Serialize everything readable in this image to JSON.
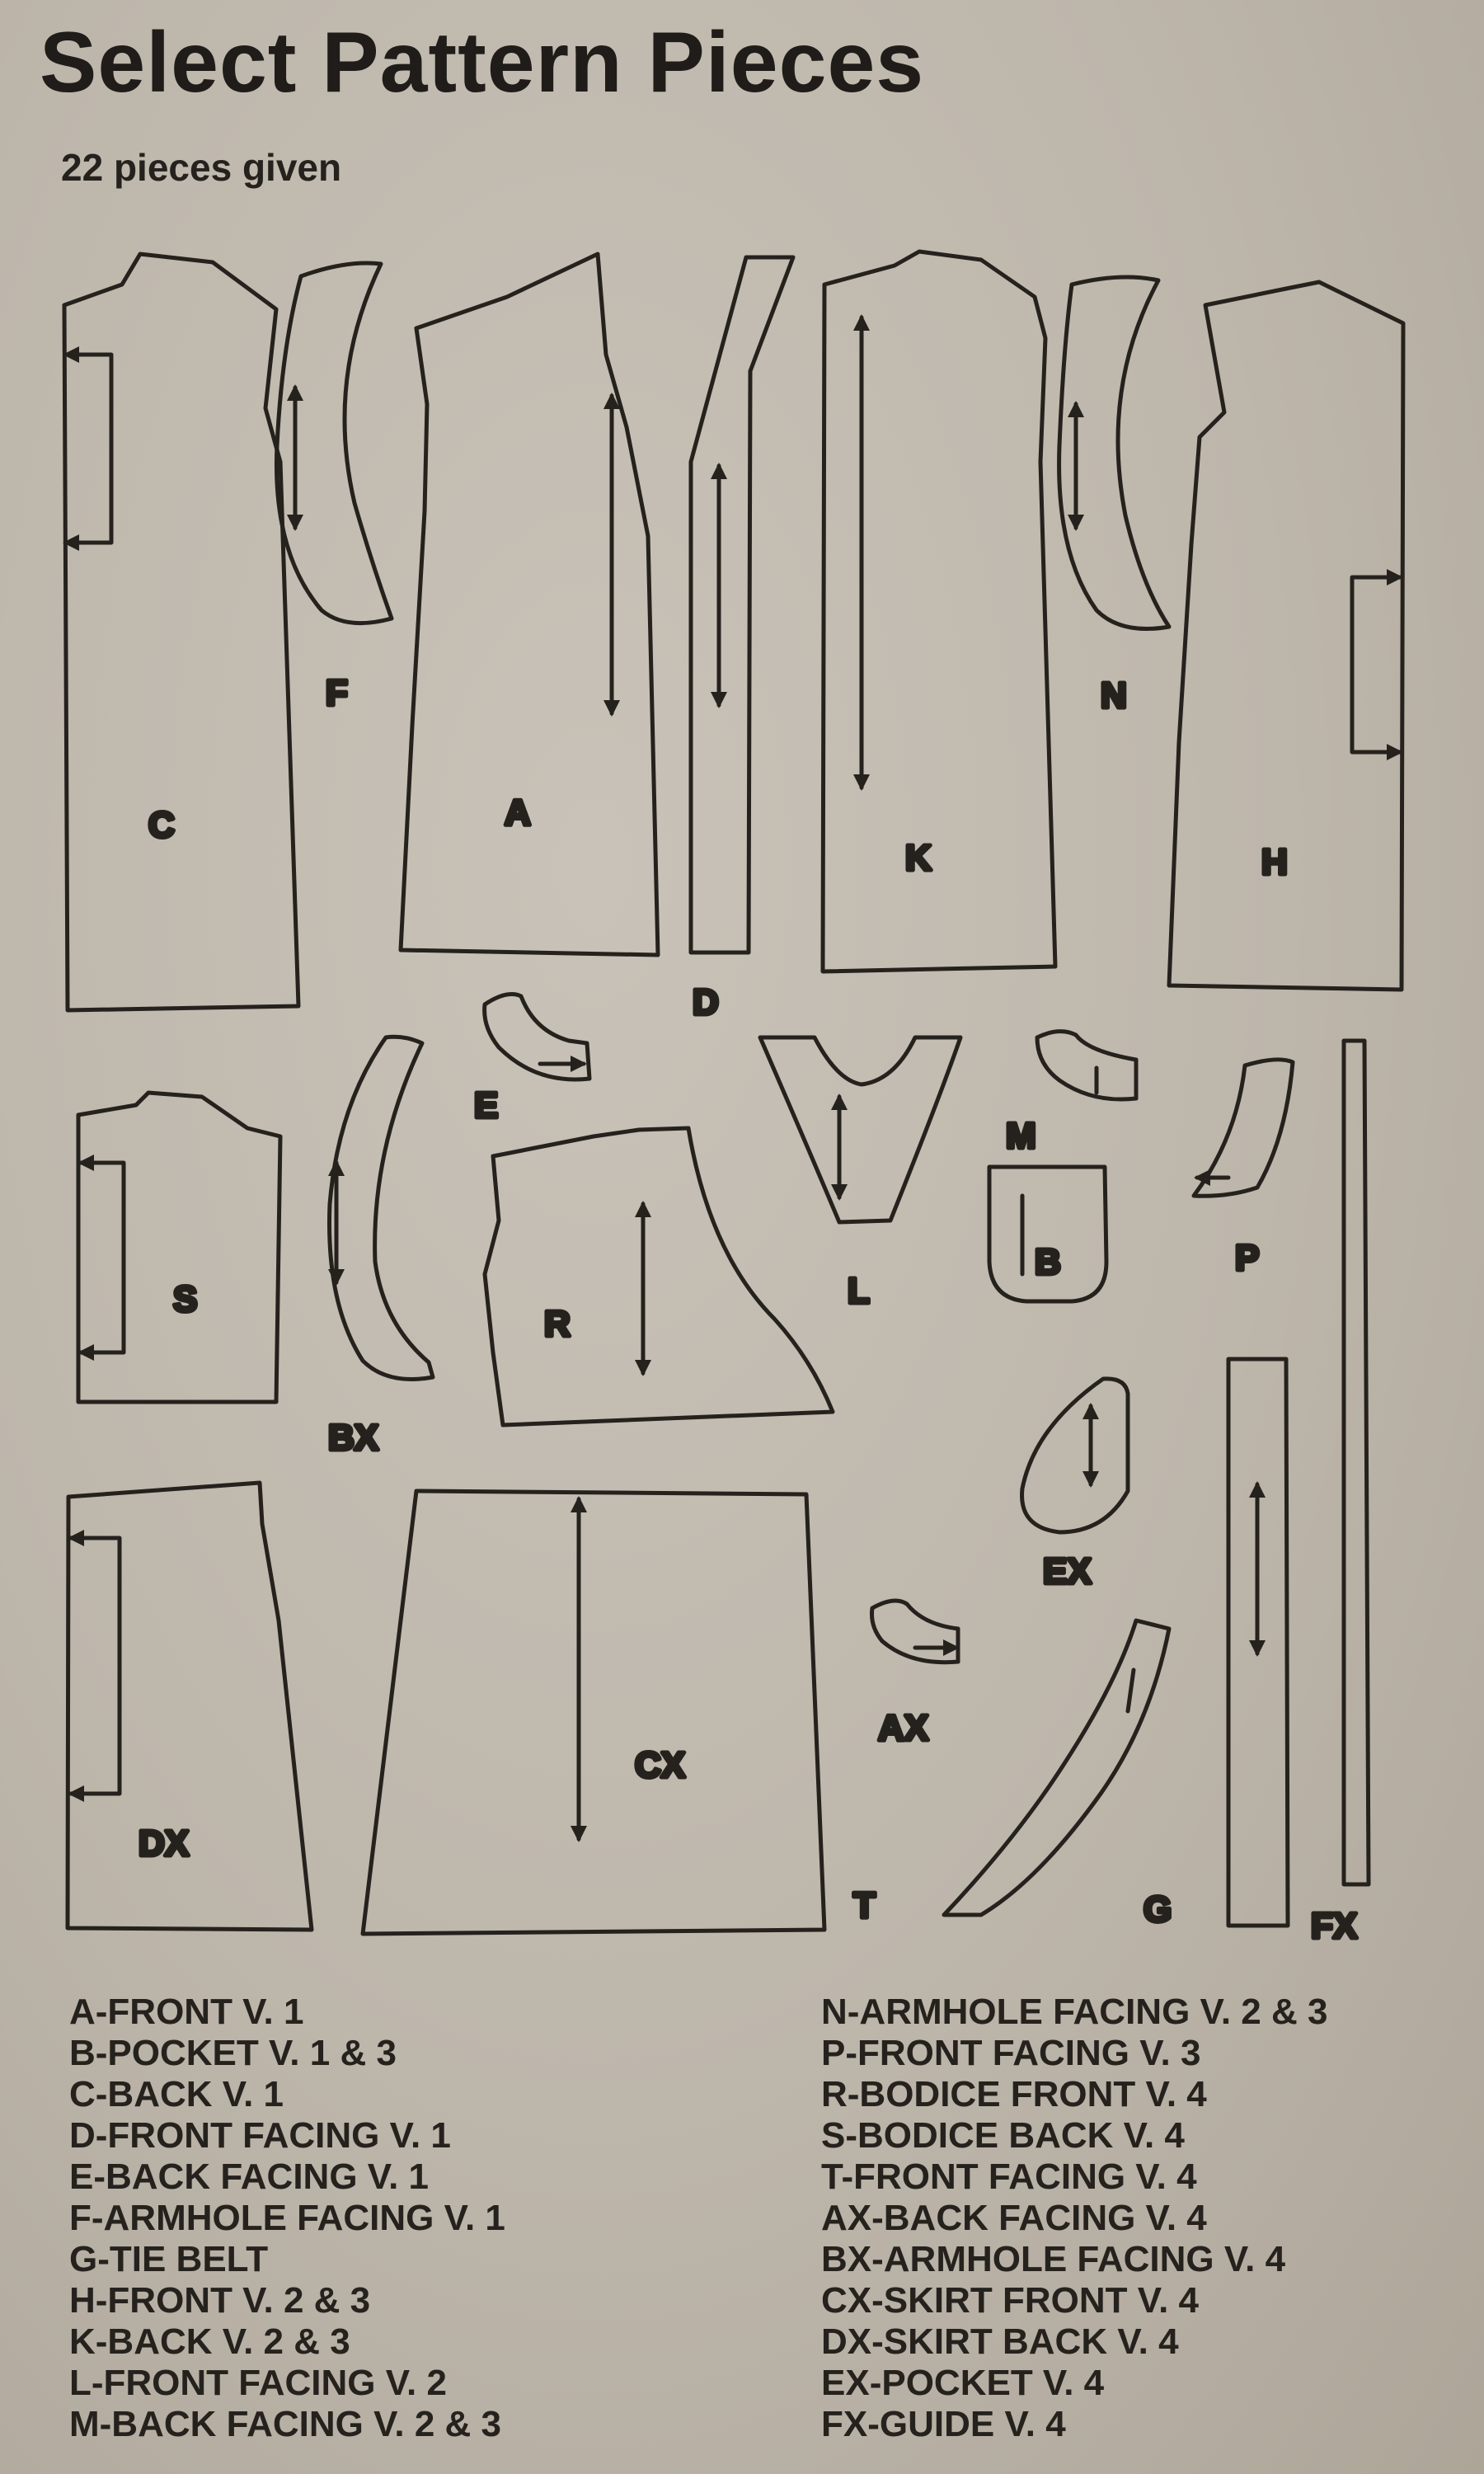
{
  "title": "Select Pattern Pieces",
  "subtitle": "22 pieces given",
  "piece_labels": {
    "A": "A",
    "B": "B",
    "C": "C",
    "D": "D",
    "E": "E",
    "F": "F",
    "G": "G",
    "H": "H",
    "K": "K",
    "L": "L",
    "M": "M",
    "N": "N",
    "P": "P",
    "R": "R",
    "S": "S",
    "T": "T",
    "AX": "AX",
    "BX": "BX",
    "CX": "CX",
    "DX": "DX",
    "EX": "EX",
    "FX": "FX"
  },
  "legend_left": [
    "A-FRONT V. 1",
    "B-POCKET V. 1 & 3",
    "C-BACK V. 1",
    "D-FRONT FACING V. 1",
    "E-BACK FACING V. 1",
    "F-ARMHOLE FACING V. 1",
    "G-TIE BELT",
    "H-FRONT V. 2 & 3",
    "K-BACK V. 2 & 3",
    "L-FRONT FACING V. 2",
    "M-BACK FACING V. 2 & 3"
  ],
  "legend_right": [
    "N-ARMHOLE FACING V. 2 & 3",
    "P-FRONT FACING V. 3",
    "R-BODICE FRONT V. 4",
    "S-BODICE BACK V. 4",
    "T-FRONT FACING V. 4",
    "AX-BACK FACING V. 4",
    "BX-ARMHOLE FACING V. 4",
    "CX-SKIRT FRONT V. 4",
    "DX-SKIRT BACK V. 4",
    "EX-POCKET V. 4",
    "FX-GUIDE V. 4"
  ],
  "colors": {
    "ink": "#25221e",
    "paper": "#c2bbb0"
  }
}
